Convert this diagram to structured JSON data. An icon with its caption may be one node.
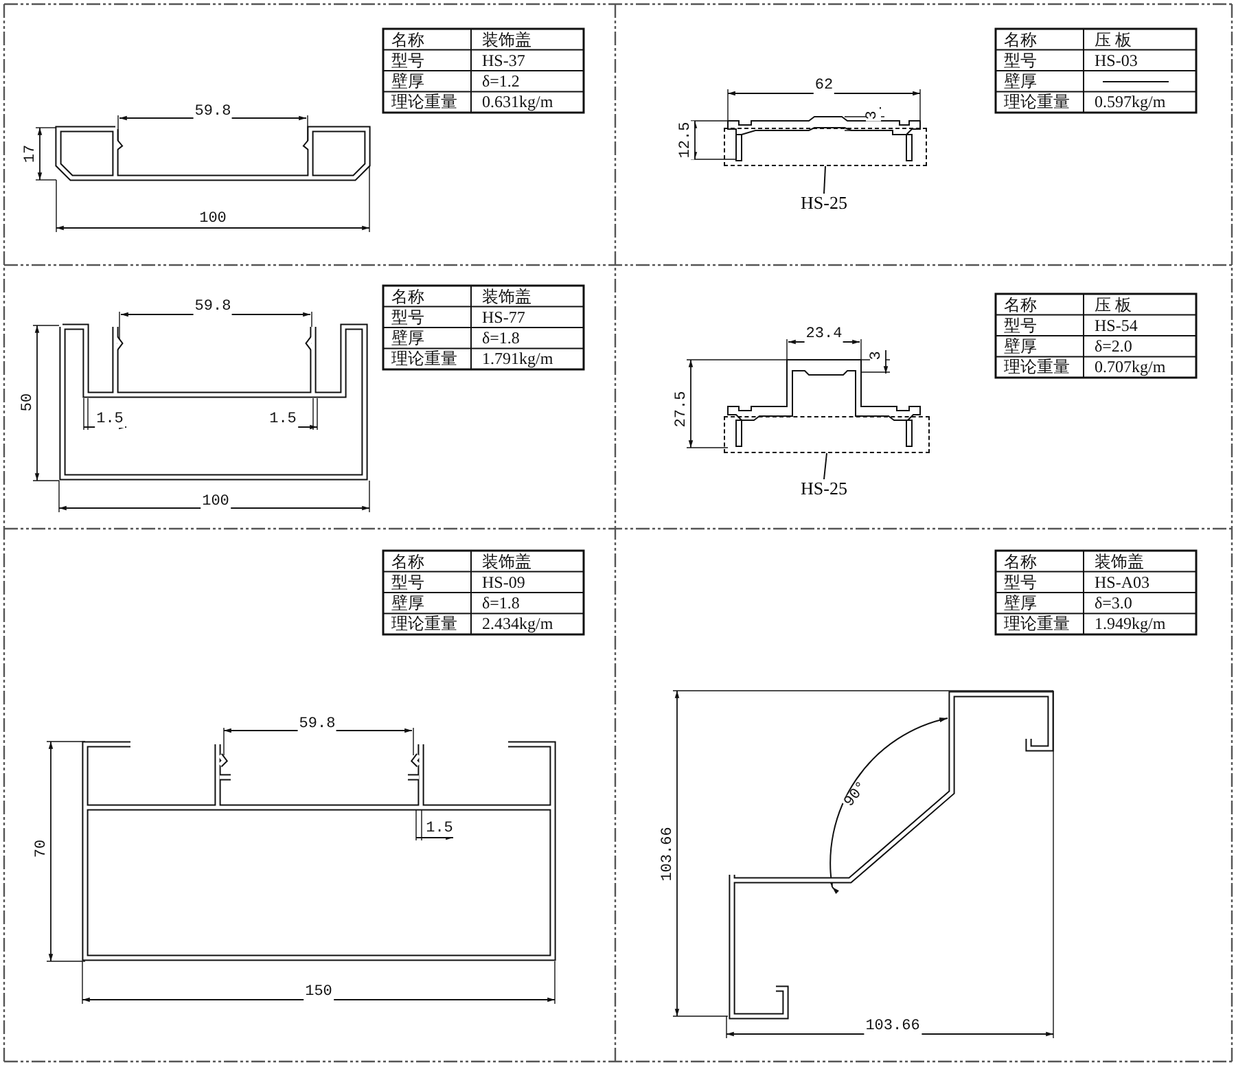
{
  "diagram": {
    "nodes": [
      {
        "text": [],
        "shape": "box"
      },
      {
        "text": [
          "HS-25"
        ]
      },
      {
        "text": [],
        "shape": "box"
      },
      {
        "text": [
          "HS-25"
        ]
      }
    ],
    "edges": [
      {
        "from": 1,
        "to": 0,
        "arrow": "none"
      },
      {
        "from": 3,
        "to": 2,
        "arrow": "none"
      }
    ],
    "labels": [
      "名称",
      "装饰盖",
      "型号",
      "HS-37",
      "壁厚",
      "δ=1.2",
      "理论重量",
      "0.631kg/m",
      "59.8",
      "17",
      "100",
      "名称",
      "压 板",
      "型号",
      "HS-03",
      "壁厚",
      "理论重量",
      "0.597kg/m",
      "62",
      "3",
      "12.5",
      "名称",
      "装饰盖",
      "型号",
      "HS-77",
      "壁厚",
      "δ=1.8",
      "理论重量",
      "1.791kg/m",
      "59.8",
      "50",
      "1.5",
      "1.5",
      "100",
      "名称",
      "压 板",
      "型号",
      "HS-54",
      "壁厚",
      "δ=2.0",
      "理论重量",
      "0.707kg/m",
      "23.4",
      "3",
      "27.5",
      "名称",
      "装饰盖",
      "型号",
      "HS-09",
      "壁厚",
      "δ=1.8",
      "理论重量",
      "2.434kg/m",
      "59.8",
      "1.5",
      "70",
      "150",
      "名称",
      "装饰盖",
      "型号",
      "HS-A03",
      "壁厚",
      "δ=3.0",
      "理论重量",
      "1.949kg/m",
      "90°",
      "103.66",
      "103.66"
    ]
  }
}
